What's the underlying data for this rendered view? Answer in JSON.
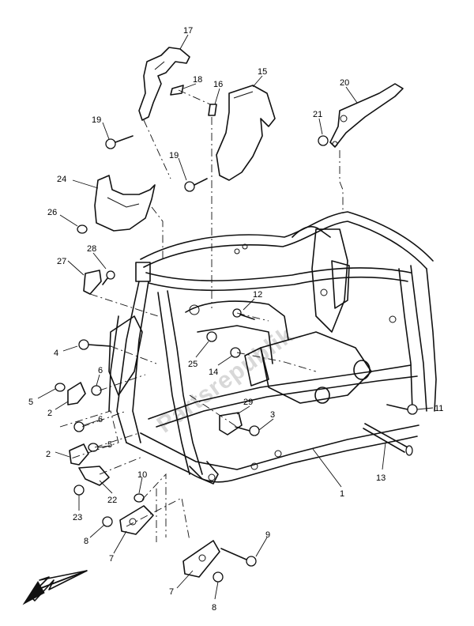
{
  "watermark": "Partsrepublik",
  "callouts": [
    {
      "id": "c17",
      "label": "17"
    },
    {
      "id": "c18",
      "label": "18"
    },
    {
      "id": "c16",
      "label": "16"
    },
    {
      "id": "c15",
      "label": "15"
    },
    {
      "id": "c20",
      "label": "20"
    },
    {
      "id": "c19a",
      "label": "19"
    },
    {
      "id": "c21",
      "label": "21"
    },
    {
      "id": "c19b",
      "label": "19"
    },
    {
      "id": "c24",
      "label": "24"
    },
    {
      "id": "c26",
      "label": "26"
    },
    {
      "id": "c28",
      "label": "28"
    },
    {
      "id": "c27",
      "label": "27"
    },
    {
      "id": "c12",
      "label": "12"
    },
    {
      "id": "c4",
      "label": "4"
    },
    {
      "id": "c25",
      "label": "25"
    },
    {
      "id": "c14",
      "label": "14"
    },
    {
      "id": "c6a",
      "label": "6"
    },
    {
      "id": "c5a",
      "label": "5"
    },
    {
      "id": "c2a",
      "label": "2"
    },
    {
      "id": "c29",
      "label": "29"
    },
    {
      "id": "c3",
      "label": "3"
    },
    {
      "id": "c11",
      "label": "11"
    },
    {
      "id": "c6b",
      "label": "6"
    },
    {
      "id": "c2b",
      "label": "2"
    },
    {
      "id": "c5b",
      "label": "5"
    },
    {
      "id": "c13",
      "label": "13"
    },
    {
      "id": "c1",
      "label": "1"
    },
    {
      "id": "c10",
      "label": "10"
    },
    {
      "id": "c22",
      "label": "22"
    },
    {
      "id": "c23",
      "label": "23"
    },
    {
      "id": "c8a",
      "label": "8"
    },
    {
      "id": "c9",
      "label": "9"
    },
    {
      "id": "c7a",
      "label": "7"
    },
    {
      "id": "c7b",
      "label": "7"
    },
    {
      "id": "c8b",
      "label": "8"
    }
  ]
}
